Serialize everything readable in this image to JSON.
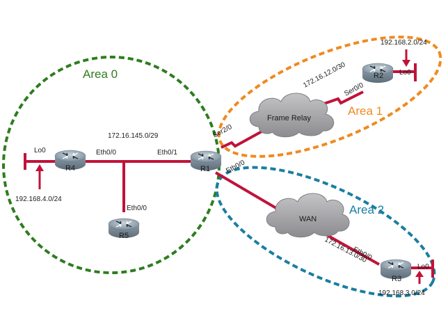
{
  "colors": {
    "area0": "#2e7d1f",
    "area1": "#ef8a1f",
    "area2": "#1a7ea0",
    "link": "#c0133a",
    "cloud": "#a9a9ac",
    "router_body": "#8fa0ad"
  },
  "areas": {
    "area0": "Area 0",
    "area1": "Area 1",
    "area2": "Area 2"
  },
  "clouds": {
    "frame_relay": "Frame Relay",
    "wan": "WAN"
  },
  "routers": {
    "r1": "R1",
    "r2": "R2",
    "r3": "R3",
    "r4": "R4",
    "r5": "R5"
  },
  "interfaces": {
    "r1_ser20": "Ser2/0",
    "r1_eth01": "Eth0/1",
    "r1_eth00": "Eth0/0",
    "r2_ser00": "Ser0/0",
    "r2_lo0": "Lo0",
    "r3_eth00": "Eth0/0",
    "r3_lo0": "Lo0",
    "r4_eth00": "Eth0/0",
    "r4_lo0": "Lo0",
    "r5_eth00": "Eth0/0"
  },
  "networks": {
    "lan_145": "172.16.145.0/29",
    "fr_12": "172.16.12.0/30",
    "wan_13": "172.16.13.0/30",
    "lo_r2": "192.168.2.0/24",
    "lo_r3": "192.168.3.0/24",
    "lo_r4": "192.168.4.0/24"
  }
}
